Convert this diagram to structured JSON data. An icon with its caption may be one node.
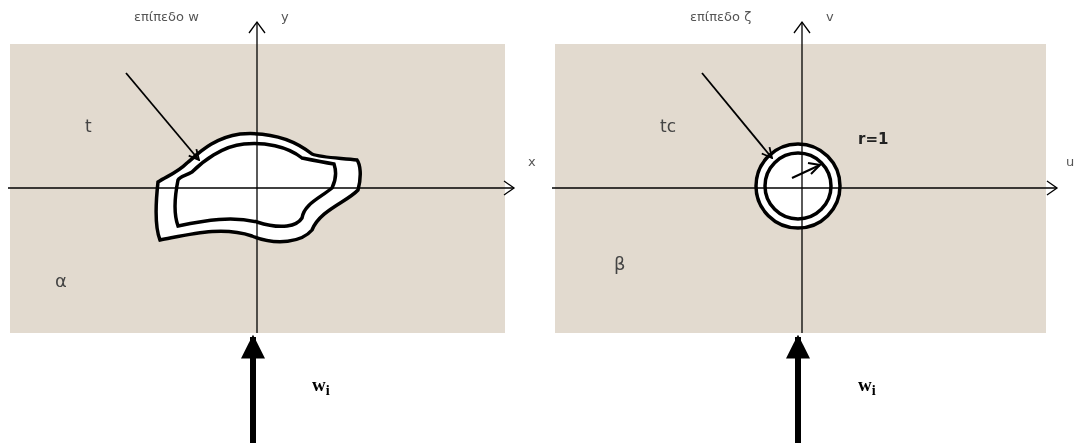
{
  "diagram": {
    "nodes": [
      {
        "text": [],
        "shape": "box"
      },
      {
        "text": [],
        "shape": "picture",
        "in": 0
      },
      {
        "text": [],
        "shape": "box"
      },
      {
        "text": [],
        "shape": "circle",
        "in": 2
      }
    ],
    "edges": [
      {
        "from": null,
        "to": 1,
        "arrow": "to"
      },
      {
        "from": null,
        "to": 0,
        "arrow": "to",
        "style": "thick"
      },
      {
        "from": null,
        "to": 3,
        "arrow": "to"
      },
      {
        "from": null,
        "to": 2,
        "arrow": "to",
        "style": "thick"
      }
    ],
    "labels": [
      "επίπεδο w",
      "y",
      "x",
      "t",
      "α",
      "w$_{i}$",
      "επίπεδο ζ",
      "v",
      "u",
      "tc",
      "r=1",
      "β",
      "w$_{i}$"
    ]
  }
}
